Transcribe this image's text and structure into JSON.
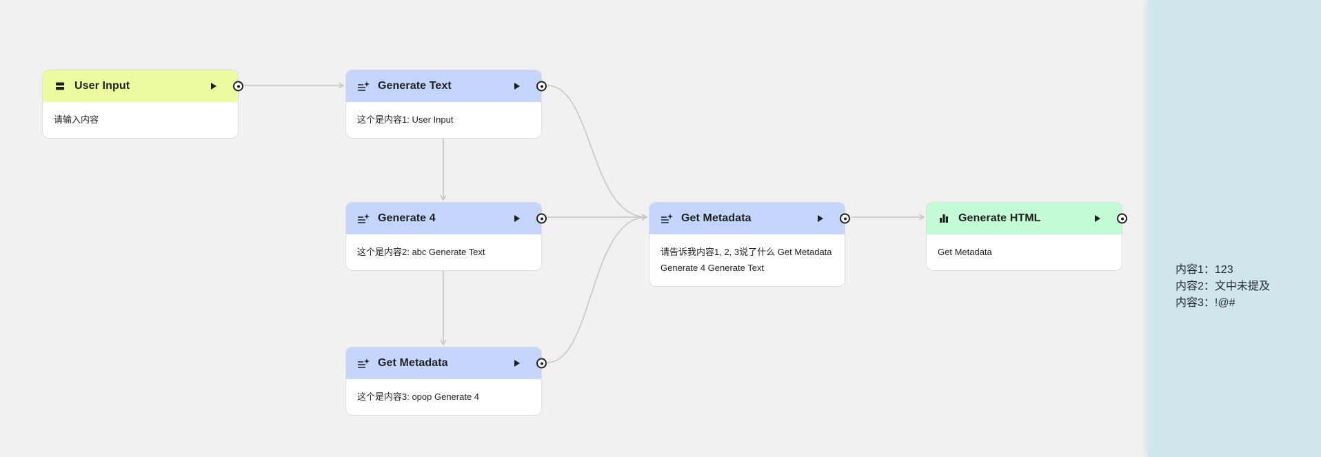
{
  "colors": {
    "input_header": "#ecfca0",
    "generate_header": "#c4d5fb",
    "output_header": "#c3fbd5",
    "edge": "#c6c6c6",
    "canvas": "#f1f1f1",
    "sidebar": "#cfe6ea"
  },
  "nodes": [
    {
      "id": "user-input",
      "title": "User Input",
      "icon": "input-icon",
      "body": "请输入内容"
    },
    {
      "id": "generate-text",
      "title": "Generate Text",
      "icon": "generate-text-icon",
      "body": "这个是内容1: User Input"
    },
    {
      "id": "generate-4",
      "title": "Generate 4",
      "icon": "generate-text-icon",
      "body": "这个是内容2: abc Generate Text"
    },
    {
      "id": "get-metadata-1",
      "title": "Get Metadata",
      "icon": "generate-text-icon",
      "body": "这个是内容3: opop Generate 4"
    },
    {
      "id": "get-metadata-2",
      "title": "Get Metadata",
      "icon": "generate-text-icon",
      "body": "请告诉我内容1, 2, 3说了什么 Get Metadata Generate 4 Generate Text"
    },
    {
      "id": "generate-html",
      "title": "Generate HTML",
      "icon": "chart-icon",
      "body": "Get Metadata"
    }
  ],
  "sidebar": {
    "lines": [
      "内容1：123",
      "内容2：文中未提及",
      "内容3：!@#"
    ]
  }
}
